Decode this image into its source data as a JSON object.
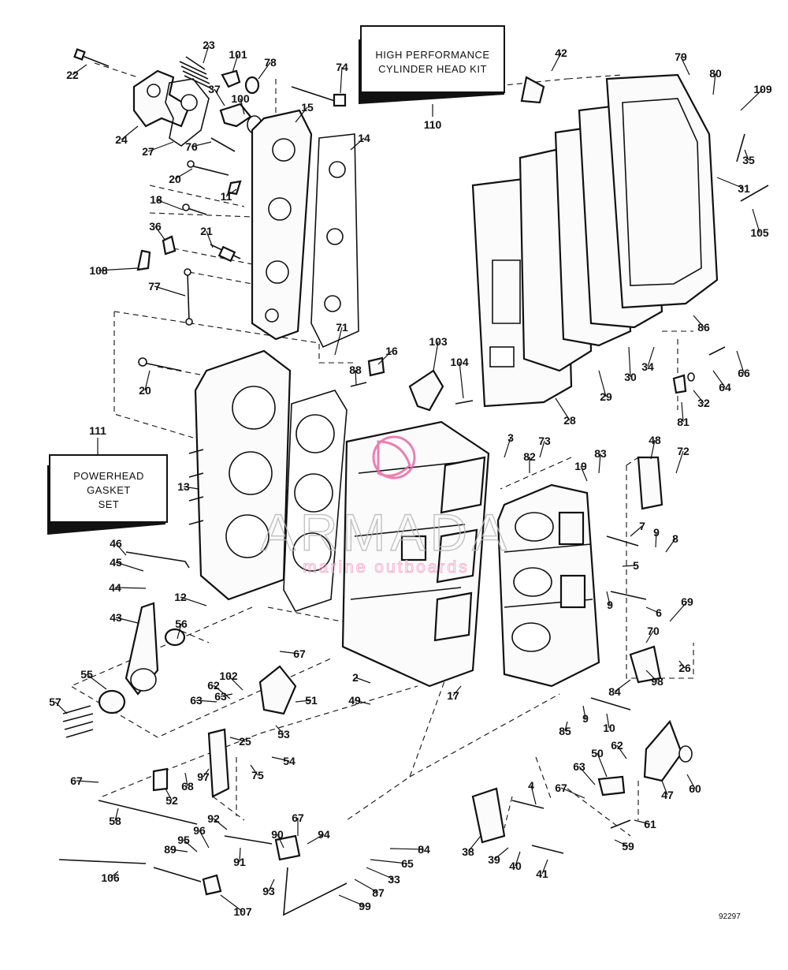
{
  "kits": {
    "cylinder_head_kit": {
      "line1": "HIGH PERFORMANCE",
      "line2": "CYLINDER HEAD KIT",
      "ref": "110"
    },
    "powerhead_gasket_set": {
      "line1": "POWERHEAD",
      "line2": "GASKET",
      "line3": "SET",
      "ref": "111"
    }
  },
  "watermark": {
    "brand": "ARMADA",
    "tagline": "marine outboards",
    "logo_color": "#e86aa6"
  },
  "drawing_code": "92297",
  "parts": [
    {
      "n": "22"
    },
    {
      "n": "23"
    },
    {
      "n": "101"
    },
    {
      "n": "78"
    },
    {
      "n": "74"
    },
    {
      "n": "37"
    },
    {
      "n": "100"
    },
    {
      "n": "15"
    },
    {
      "n": "24"
    },
    {
      "n": "27"
    },
    {
      "n": "76"
    },
    {
      "n": "14"
    },
    {
      "n": "20"
    },
    {
      "n": "11"
    },
    {
      "n": "18"
    },
    {
      "n": "36"
    },
    {
      "n": "21"
    },
    {
      "n": "108"
    },
    {
      "n": "77"
    },
    {
      "n": "20"
    },
    {
      "n": "71"
    },
    {
      "n": "16"
    },
    {
      "n": "88"
    },
    {
      "n": "103"
    },
    {
      "n": "104"
    },
    {
      "n": "42"
    },
    {
      "n": "79"
    },
    {
      "n": "80"
    },
    {
      "n": "109"
    },
    {
      "n": "35"
    },
    {
      "n": "31"
    },
    {
      "n": "105"
    },
    {
      "n": "86"
    },
    {
      "n": "34"
    },
    {
      "n": "30"
    },
    {
      "n": "29"
    },
    {
      "n": "28"
    },
    {
      "n": "66"
    },
    {
      "n": "64"
    },
    {
      "n": "32"
    },
    {
      "n": "81"
    },
    {
      "n": "13"
    },
    {
      "n": "3"
    },
    {
      "n": "73"
    },
    {
      "n": "82"
    },
    {
      "n": "19"
    },
    {
      "n": "83"
    },
    {
      "n": "48"
    },
    {
      "n": "72"
    },
    {
      "n": "7"
    },
    {
      "n": "9"
    },
    {
      "n": "8"
    },
    {
      "n": "5"
    },
    {
      "n": "46"
    },
    {
      "n": "45"
    },
    {
      "n": "44"
    },
    {
      "n": "12"
    },
    {
      "n": "43"
    },
    {
      "n": "56"
    },
    {
      "n": "9"
    },
    {
      "n": "6"
    },
    {
      "n": "69"
    },
    {
      "n": "70"
    },
    {
      "n": "26"
    },
    {
      "n": "98"
    },
    {
      "n": "84"
    },
    {
      "n": "63"
    },
    {
      "n": "67"
    },
    {
      "n": "102"
    },
    {
      "n": "62"
    },
    {
      "n": "63"
    },
    {
      "n": "51"
    },
    {
      "n": "55"
    },
    {
      "n": "57"
    },
    {
      "n": "53"
    },
    {
      "n": "2"
    },
    {
      "n": "49"
    },
    {
      "n": "17"
    },
    {
      "n": "9"
    },
    {
      "n": "10"
    },
    {
      "n": "85"
    },
    {
      "n": "25"
    },
    {
      "n": "54"
    },
    {
      "n": "75"
    },
    {
      "n": "97"
    },
    {
      "n": "68"
    },
    {
      "n": "52"
    },
    {
      "n": "67"
    },
    {
      "n": "58"
    },
    {
      "n": "62"
    },
    {
      "n": "50"
    },
    {
      "n": "63"
    },
    {
      "n": "60"
    },
    {
      "n": "4"
    },
    {
      "n": "67"
    },
    {
      "n": "47"
    },
    {
      "n": "61"
    },
    {
      "n": "92"
    },
    {
      "n": "67"
    },
    {
      "n": "96"
    },
    {
      "n": "95"
    },
    {
      "n": "90"
    },
    {
      "n": "94"
    },
    {
      "n": "89"
    },
    {
      "n": "91"
    },
    {
      "n": "84"
    },
    {
      "n": "65"
    },
    {
      "n": "38"
    },
    {
      "n": "39"
    },
    {
      "n": "40"
    },
    {
      "n": "41"
    },
    {
      "n": "59"
    },
    {
      "n": "106"
    },
    {
      "n": "33"
    },
    {
      "n": "93"
    },
    {
      "n": "87"
    },
    {
      "n": "107"
    },
    {
      "n": "99"
    }
  ]
}
